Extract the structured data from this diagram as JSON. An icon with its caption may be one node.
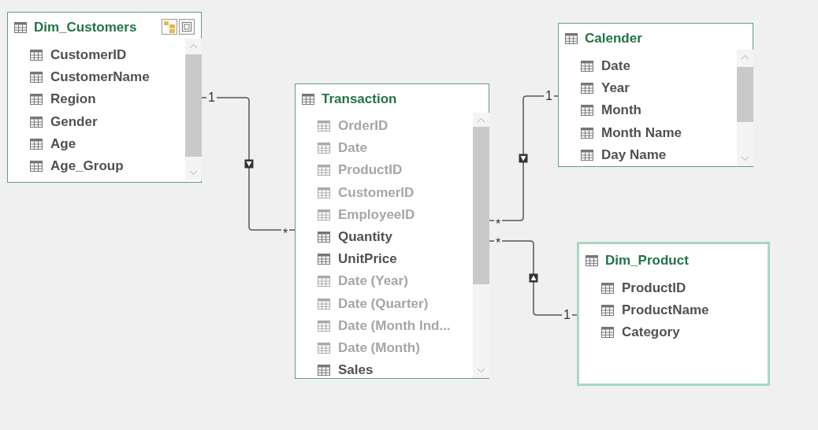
{
  "diagram": {
    "nodes": [
      {
        "text": [
          "Dim_Customers",
          "CustomerID",
          "CustomerName",
          "Region",
          "Gender",
          "Age",
          "Age_Group"
        ]
      },
      {
        "text": [
          "Transaction",
          "OrderID",
          "Date",
          "ProductID",
          "CustomerID",
          "EmployeeID",
          "Quantity",
          "UnitPrice",
          "Date (Year)",
          "Date (Quarter)",
          "Date (Month Ind...",
          "Date (Month)",
          "Sales"
        ]
      },
      {
        "text": [
          "Calender",
          "Date",
          "Year",
          "Month",
          "Month Name",
          "Day Name"
        ]
      },
      {
        "text": [
          "Dim_Product",
          "ProductID",
          "ProductName",
          "Category"
        ]
      }
    ],
    "edges": [
      {
        "from": 0,
        "to": 1,
        "arrow": "to"
      },
      {
        "from": 2,
        "to": 1,
        "arrow": "to"
      },
      {
        "from": 3,
        "to": 1,
        "arrow": "to"
      }
    ],
    "labels": [
      "1",
      "*",
      "1",
      "*",
      "*",
      "1"
    ]
  }
}
